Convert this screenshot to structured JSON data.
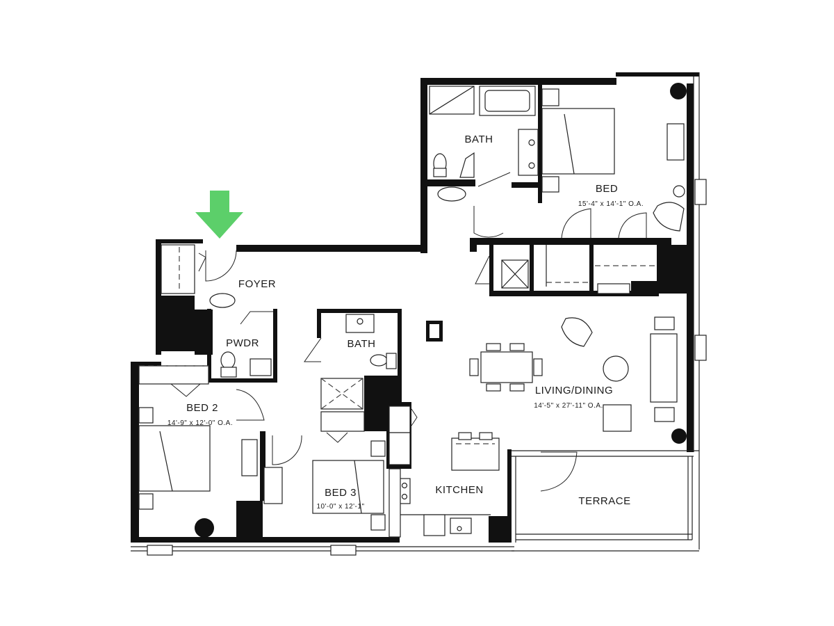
{
  "rooms": {
    "bath_master": "BATH",
    "bed_master": "BED",
    "bed_master_dim": "15'-4\" x 14'-1\" O.A.",
    "foyer": "FOYER",
    "pwdr": "PWDR",
    "bath_2": "BATH",
    "bed_2": "BED 2",
    "bed_2_dim": "14'-9\" x 12'-0\" O.A.",
    "bed_3": "BED 3",
    "bed_3_dim": "10'-0\" x 12'-1\"",
    "living": "LIVING/DINING",
    "living_dim": "14'-5\" x 27'-11\" O.A.",
    "kitchen": "KITCHEN",
    "terrace": "TERRACE"
  },
  "entry_arrow": {
    "icon": "down-arrow-icon",
    "color": "#5ccf6a"
  }
}
